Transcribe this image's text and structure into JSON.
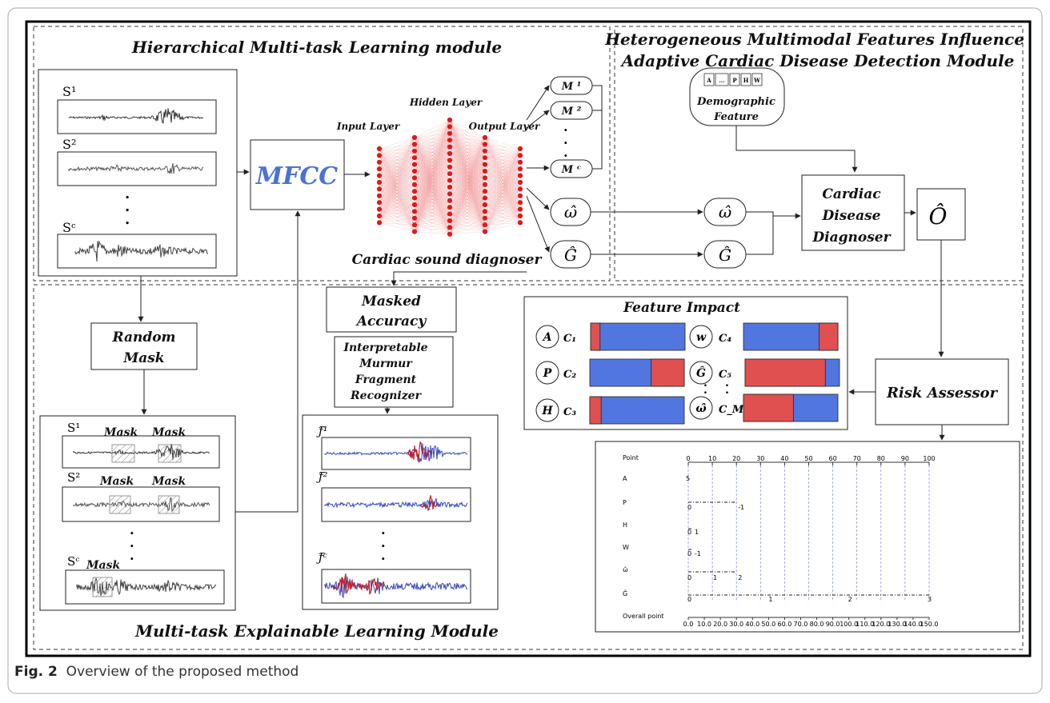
{
  "caption": {
    "label": "Fig. 2",
    "text": "Overview of the proposed method"
  },
  "modules": {
    "hmtl_title": "Hierarchical Multi-task Learning module",
    "hmfi_title_line1": "Heterogeneous Multimodal Features Influence",
    "hmfi_title_line2": "Adaptive Cardiac  Disease  Detection Module",
    "mte_title": "Multi-task Explainable Learning Module"
  },
  "signals": {
    "s1": "S¹",
    "s2": "S²",
    "sc": "Sᶜ"
  },
  "mfcc": "MFCC",
  "network": {
    "input_layer": "Input Layer",
    "hidden_layer": "Hidden Layer",
    "output_layer": "Output Layer",
    "diagnoser": "Cardiac sound diagnoser"
  },
  "outputs": {
    "m1": "M ¹",
    "m2": "M ²",
    "mc": "M ᶜ",
    "omega": "ω̂",
    "g": "Ĝ"
  },
  "demographic": {
    "cells": [
      "A",
      "...",
      "P",
      "H",
      "W"
    ],
    "label_line1": "Demographic",
    "label_line2": "Feature"
  },
  "cardiac_diagnoser": {
    "line1": "Cardiac",
    "line2": "Disease",
    "line3": "Diagnoser"
  },
  "o_hat": "Ô",
  "random_mask": {
    "line1": "Random",
    "line2": "Mask"
  },
  "masked_accuracy": {
    "line1": "Masked",
    "line2": "Accuracy"
  },
  "recognizer": {
    "line1": "Interpretable",
    "line2": "Murmur",
    "line3": "Fragment",
    "line4": "Recognizer"
  },
  "mask_word": "Mask",
  "fragments": {
    "f1": "ƒ̂¹",
    "f2": "ƒ̂²",
    "fc": "ƒ̂ᶜ"
  },
  "feature_impact": {
    "title": "Feature Impact",
    "rows": [
      {
        "circle": "A",
        "label": "C₁",
        "red_fraction": 0.1,
        "red_side": "left"
      },
      {
        "circle": "P",
        "label": "C₂",
        "red_fraction": 0.35,
        "red_side": "right"
      },
      {
        "circle": "H",
        "label": "C₃",
        "red_fraction": 0.12,
        "red_side": "left"
      },
      {
        "circle": "w",
        "label": "C₄",
        "red_fraction": 0.2,
        "red_side": "right"
      },
      {
        "circle": "Ĝ",
        "label": "C₅",
        "red_fraction": 0.85,
        "red_side": "left"
      },
      {
        "circle": "ω̂",
        "label": "C_M",
        "red_fraction": 0.53,
        "red_side": "left"
      }
    ],
    "red": "#e05050",
    "blue": "#5276e0"
  },
  "risk_assessor": "Risk Assessor",
  "nomogram": {
    "rows": [
      "Point",
      "A",
      "P",
      "H",
      "W",
      "ω̂",
      "Ĝ",
      "Overall point"
    ],
    "point_ticks": [
      "0",
      "10",
      "20",
      "30",
      "40",
      "50",
      "60",
      "70",
      "80",
      "90",
      "100"
    ],
    "overall_ticks": [
      "0.0",
      "10.0",
      "20.0",
      "30.0",
      "40.0",
      "50.0",
      "60.0",
      "70.0",
      "80.0",
      "90.0",
      "100.0",
      "110.0",
      "120.0",
      "130.0",
      "140.0",
      "150.0"
    ],
    "labels": {
      "a": "5",
      "p0": "0",
      "p1": "-1",
      "h0": "0",
      "h1": "1",
      "w0": "0",
      "w1": "-1",
      "om0": "0",
      "om1": "1",
      "om2": "2",
      "g0": "0",
      "g1": "1",
      "g2": "2",
      "g3": "3"
    }
  },
  "dots": "."
}
